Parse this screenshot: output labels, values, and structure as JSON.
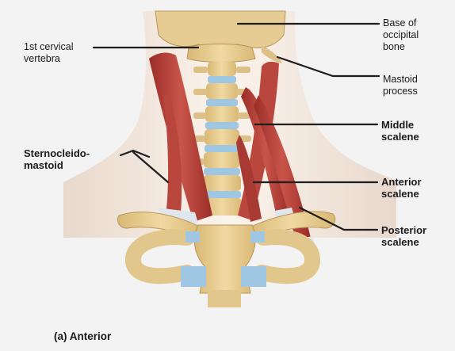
{
  "labels": {
    "base_of_occipital_bone": [
      "Base of",
      "occipital",
      "bone"
    ],
    "first_cervical_vertebra": [
      "1st cervical",
      "vertebra"
    ],
    "mastoid_process": [
      "Mastoid",
      "process"
    ],
    "middle_scalene": [
      "Middle",
      "scalene"
    ],
    "sternocleidomastoid": [
      "Sternocleido-",
      "mastoid"
    ],
    "anterior_scalene": [
      "Anterior",
      "scalene"
    ],
    "posterior_scalene": [
      "Posterior",
      "scalene"
    ]
  },
  "caption": "(a) Anterior",
  "colors": {
    "background": "#f3f3f3",
    "skin": "#f6efe6",
    "bone": "#e9cf95",
    "cartilage": "#9fc7e4",
    "muscle": "#b33a33",
    "leader_line": "#1e1e1e"
  }
}
